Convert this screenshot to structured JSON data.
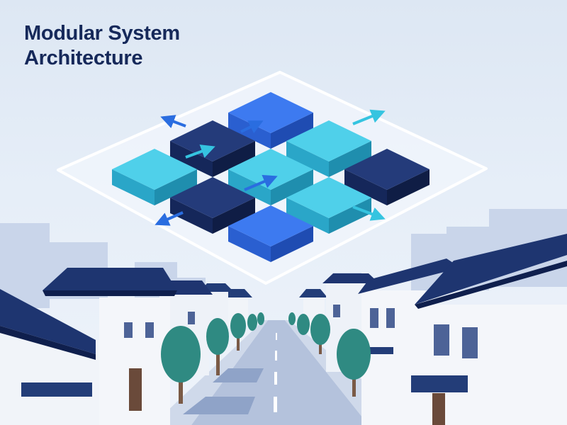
{
  "header": {
    "title_line1": "Modular System",
    "title_line2": "Architecture"
  },
  "palette": {
    "navy": "#1c2f66",
    "cyan": "#35b8d8",
    "blue": "#2f68e0",
    "platform": "#f0f5fb",
    "roof": "#233d78",
    "wall": "#f4f6fa",
    "tree": "#2f8a82",
    "road": "#8fa3c8"
  },
  "modules": [
    {
      "row": 0,
      "col": 0,
      "color": "blue"
    },
    {
      "row": 0,
      "col": 1,
      "color": "cyan"
    },
    {
      "row": 0,
      "col": 2,
      "color": "navy"
    },
    {
      "row": 1,
      "col": 0,
      "color": "navy"
    },
    {
      "row": 1,
      "col": 1,
      "color": "cyan"
    },
    {
      "row": 1,
      "col": 2,
      "color": "cyan"
    },
    {
      "row": 2,
      "col": 0,
      "color": "cyan"
    },
    {
      "row": 2,
      "col": 1,
      "color": "navy"
    },
    {
      "row": 2,
      "col": 2,
      "color": "blue"
    }
  ]
}
